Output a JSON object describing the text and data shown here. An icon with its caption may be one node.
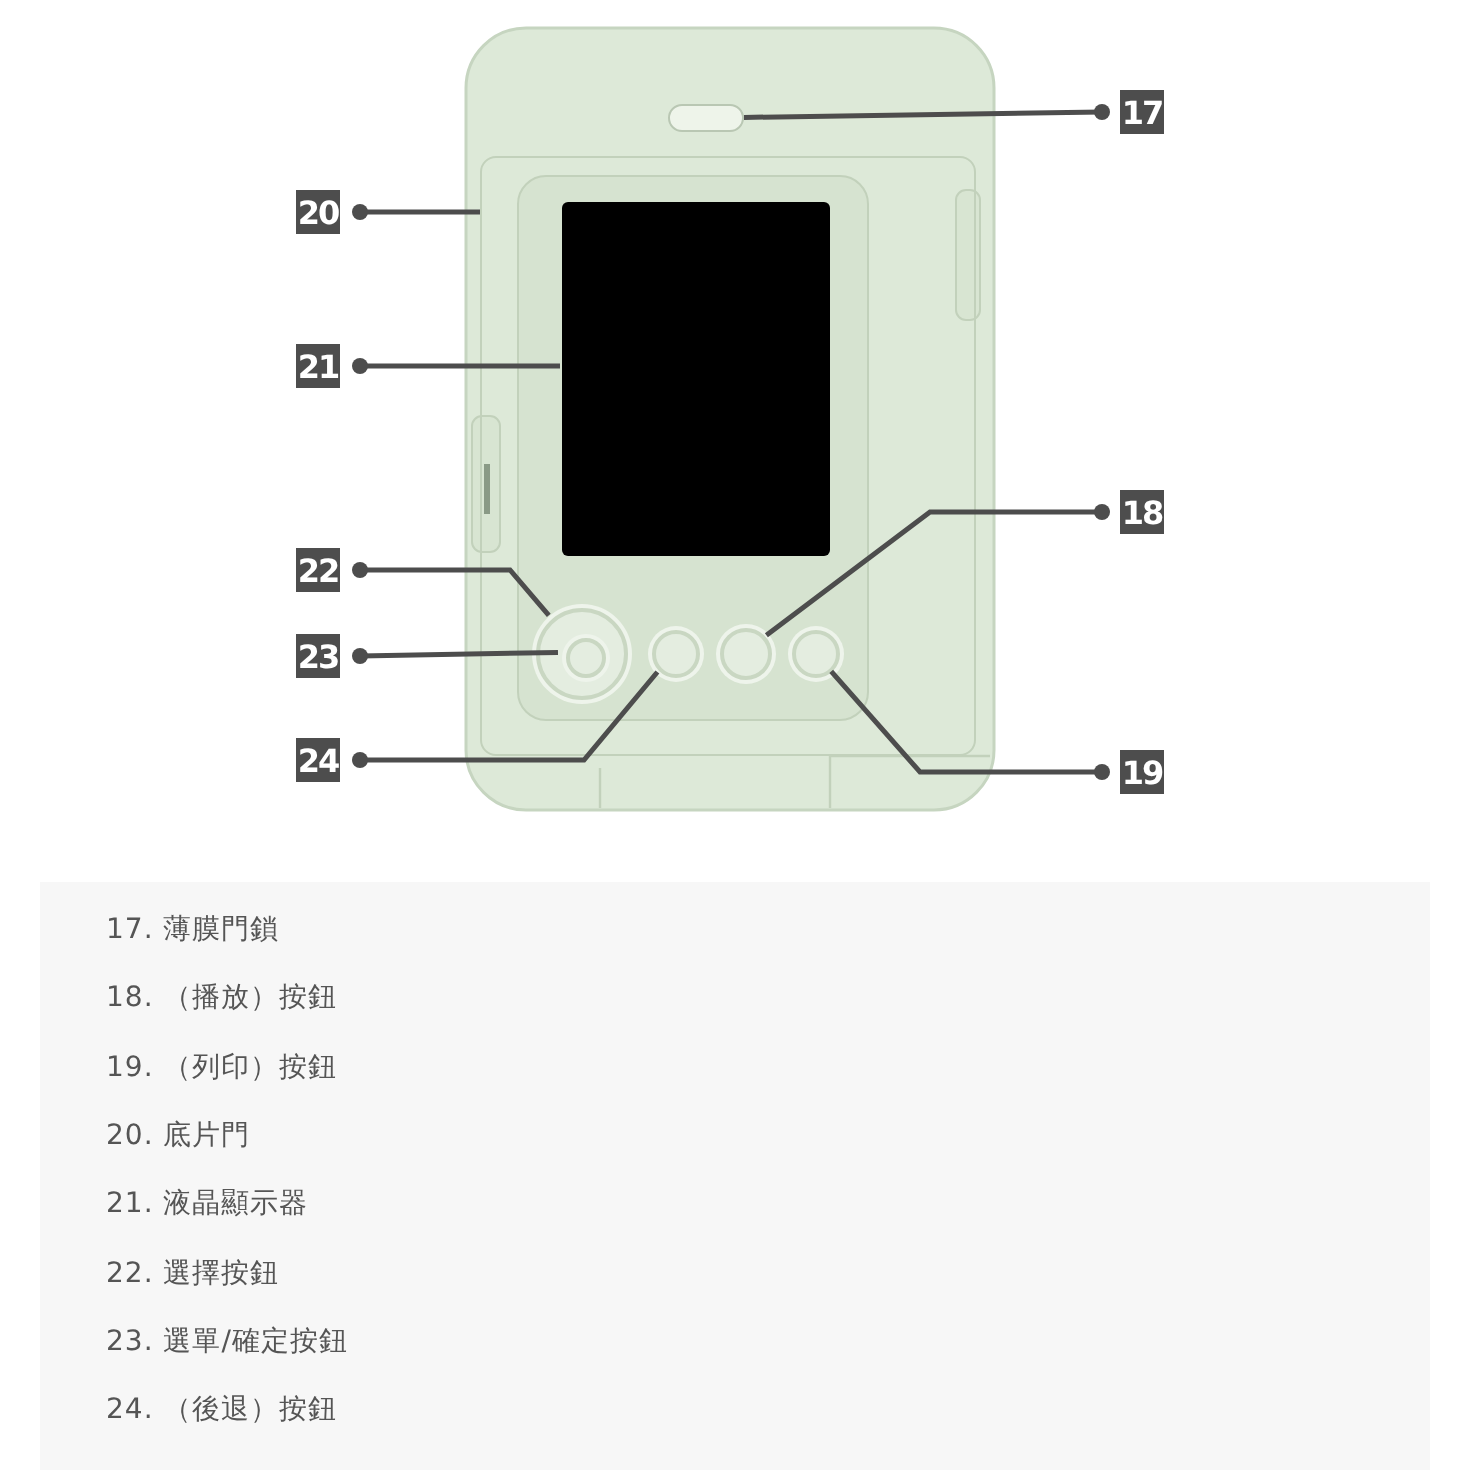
{
  "diagram": {
    "nodes": [
      {
        "text": [
          "17"
        ]
      },
      {
        "text": [
          "18"
        ]
      },
      {
        "text": [
          "19"
        ]
      },
      {
        "text": [
          "20"
        ]
      },
      {
        "text": [
          "21"
        ]
      },
      {
        "text": [
          "22"
        ]
      },
      {
        "text": [
          "23"
        ]
      },
      {
        "text": [
          "24"
        ]
      },
      {
        "text": [],
        "shape": "box"
      },
      {
        "text": [],
        "shape": "box"
      },
      {
        "text": [],
        "shape": "box",
        "in": 9
      },
      {
        "text": [],
        "shape": "circle",
        "in": 9
      },
      {
        "text": [],
        "shape": "circle",
        "in": 11
      },
      {
        "text": [],
        "shape": "circle",
        "in": 9
      },
      {
        "text": [],
        "shape": "circle",
        "in": 9
      },
      {
        "text": [],
        "shape": "circle",
        "in": 9
      }
    ],
    "edges": [
      {
        "from": 0,
        "to": 8,
        "arrow": "other"
      },
      {
        "from": 1,
        "to": 14,
        "arrow": "other"
      },
      {
        "from": 2,
        "to": 15,
        "arrow": "other"
      },
      {
        "from": 3,
        "to": 9,
        "arrow": "other"
      },
      {
        "from": 4,
        "to": 10,
        "arrow": "other"
      },
      {
        "from": 5,
        "to": 11,
        "arrow": "other"
      },
      {
        "from": 6,
        "to": 12,
        "arrow": "other"
      },
      {
        "from": 7,
        "to": 13,
        "arrow": "other"
      }
    ],
    "labels": [
      "17. 薄膜門鎖",
      "18. （播放）按鈕",
      "19. （列印）按鈕",
      "20. 底片門",
      "21. 液晶顯示器",
      "22. 選擇按鈕",
      "23. 選單/確定按鈕",
      "24. （後退）按鈕"
    ]
  }
}
